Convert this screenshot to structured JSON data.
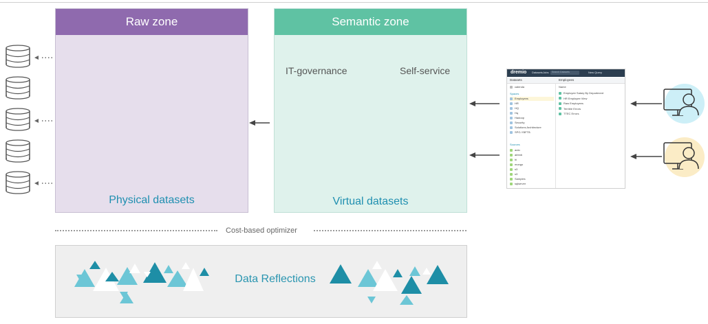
{
  "raw_zone": {
    "title": "Raw zone",
    "caption": "Physical datasets"
  },
  "semantic_zone": {
    "title": "Semantic zone",
    "caption": "Virtual datasets",
    "left_label": "IT-governance",
    "right_label": "Self-service"
  },
  "optimizer_label": "Cost-based optimizer",
  "reflections_label": "Data Reflections",
  "dremio": {
    "logo": "dremio",
    "nav": [
      "Datasets",
      "Jobs"
    ],
    "search_placeholder": "Search Datasets",
    "new_query": "New Query",
    "col_left": "Datasets",
    "col_right": "Employees",
    "space_item": "calenda",
    "spaces_header": "Spaces",
    "spaces": [
      "Employees",
      "HR",
      "HQ",
      "Hq",
      "Hadoop",
      "Security",
      "Solutions Architecture",
      "SPG-YBFTB"
    ],
    "sources_header": "Sources",
    "sources": [
      "auto",
      "airbnb",
      "hi",
      "mongo",
      "s3",
      "s3",
      "Samples",
      "sqlserver"
    ],
    "name_header": "Name",
    "datasets": [
      "Employee Salary By Department",
      "HR Employee View",
      "Raw Employees",
      "Terrible Errors",
      "TTEC Errors"
    ]
  },
  "colors": {
    "raw_header": "#8f6aae",
    "raw_bg": "#e6deec",
    "semantic_header": "#5fc2a3",
    "semantic_bg": "#dff2ec",
    "caption_text": "#1f8fb0",
    "user_circle_blue": "#cdeff7",
    "user_circle_yellow": "#fbecc6",
    "triangle_light": "#6cc6d6",
    "triangle_dark": "#1e8ea6"
  },
  "icons": [
    "database-icon",
    "table-icon",
    "user-desktop-icon",
    "arrow-left-icon",
    "triangle-icon"
  ]
}
